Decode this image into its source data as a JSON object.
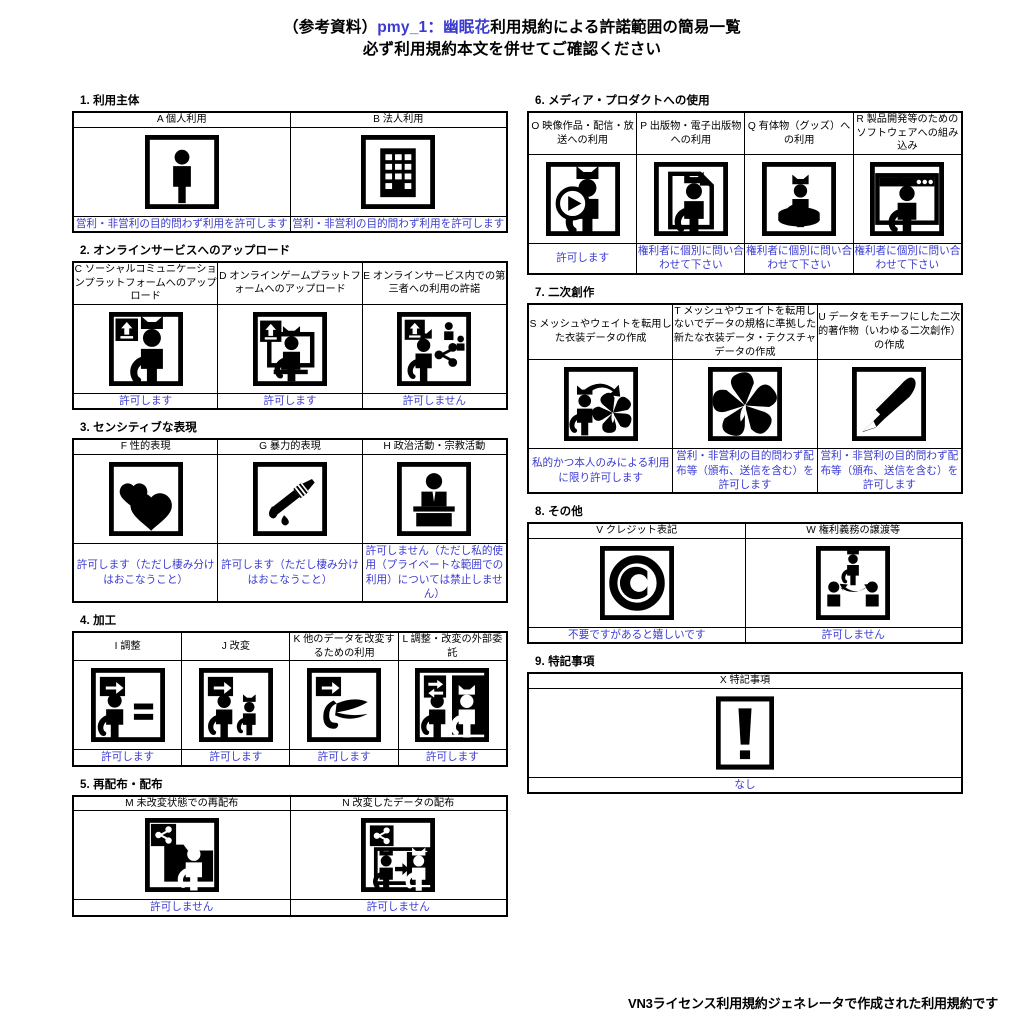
{
  "title": {
    "line1_pre": "（参考資料）",
    "line1_blue": "pmy_1：幽眠花",
    "line1_post": "利用規約による許諾範囲の簡易一覧",
    "line2": "必ず利用規約本文を併せてご確認ください"
  },
  "colors": {
    "answer_blue": "#3a3ad0",
    "text_black": "#000000",
    "background": "#ffffff"
  },
  "sections": [
    {
      "number": "1.",
      "name": "利用主体",
      "cells": [
        {
          "code": "A",
          "label": "個人利用",
          "icon": "person-icon",
          "answer": "営利・非営利の目的問わず利用を許可します"
        },
        {
          "code": "B",
          "label": "法人利用",
          "icon": "building-icon",
          "answer": "営利・非営利の目的問わず利用を許可します"
        }
      ]
    },
    {
      "number": "2.",
      "name": "オンラインサービスへのアップロード",
      "cells": [
        {
          "code": "C",
          "label": "ソーシャルコミュニケーションプラットフォームへのアップロード",
          "icon": "upload-avatar-icon",
          "answer": "許可します"
        },
        {
          "code": "D",
          "label": "オンラインゲームプラットフォームへのアップロード",
          "icon": "upload-monitor-icon",
          "answer": "許可します"
        },
        {
          "code": "E",
          "label": "オンラインサービス内での第三者への利用の許諾",
          "icon": "upload-share-people-icon",
          "answer": "許可しません"
        }
      ]
    },
    {
      "number": "3.",
      "name": "センシティブな表現",
      "cells": [
        {
          "code": "F",
          "label": "性的表現",
          "icon": "hearts-icon",
          "answer": "許可します（ただし棲み分けはおこなうこと）"
        },
        {
          "code": "G",
          "label": "暴力的表現",
          "icon": "knife-blood-icon",
          "answer": "許可します（ただし棲み分けはおこなうこと）"
        },
        {
          "code": "H",
          "label": "政治活動・宗教活動",
          "icon": "podium-speaker-icon",
          "answer": "許可しません（ただし私的使用（プライベートな範囲での利用）については禁止しません）"
        }
      ]
    },
    {
      "number": "4.",
      "name": "加工",
      "cells": [
        {
          "code": "I",
          "label": "調整",
          "icon": "adjust-equal-icon",
          "answer": "許可します"
        },
        {
          "code": "J",
          "label": "改変",
          "icon": "modify-two-cats-icon",
          "answer": "許可します"
        },
        {
          "code": "K",
          "label": "他のデータを改変するための利用",
          "icon": "modify-other-data-icon",
          "answer": "許可します"
        },
        {
          "code": "L",
          "label": "調整・改変の外部委託",
          "icon": "outsource-icon",
          "answer": "許可します"
        }
      ]
    },
    {
      "number": "5.",
      "name": "再配布・配布",
      "cells": [
        {
          "code": "M",
          "label": "未改変状態での再配布",
          "icon": "share-folder-icon",
          "answer": "許可しません"
        },
        {
          "code": "N",
          "label": "改変したデータの配布",
          "icon": "share-modified-icon",
          "answer": "許可しません"
        }
      ]
    },
    {
      "number": "6.",
      "name": "メディア・プロダクトへの使用",
      "cells": [
        {
          "code": "O",
          "label": "映像作品・配信・放送への利用",
          "icon": "video-play-icon",
          "answer": "許可します"
        },
        {
          "code": "P",
          "label": "出版物・電子出版物への利用",
          "icon": "publication-icon",
          "answer": "権利者に個別に問い合わせて下さい"
        },
        {
          "code": "Q",
          "label": "有体物（グッズ）への利用",
          "icon": "figurine-icon",
          "answer": "権利者に個別に問い合わせて下さい"
        },
        {
          "code": "R",
          "label": "製品開発等のためのソフトウェアへの組み込み",
          "icon": "software-window-icon",
          "answer": "権利者に個別に問い合わせて下さい"
        }
      ]
    },
    {
      "number": "7.",
      "name": "二次創作",
      "cells": [
        {
          "code": "S",
          "label": "メッシュやウェイトを転用した衣装データの作成",
          "icon": "cat-to-costume-icon",
          "answer": "私的かつ本人のみによる利用に限り許可します"
        },
        {
          "code": "T",
          "label": "メッシュやウェイトを転用しないでデータの規格に準拠した新たな衣装データ・テクスチャデータの作成",
          "icon": "costume-icon",
          "answer": "営利・非営利の目的問わず配布等（頒布、送信を含む）を許可します"
        },
        {
          "code": "U",
          "label": "データをモチーフにした二次的著作物（いわゆる二次創作）の作成",
          "icon": "paintbrush-icon",
          "answer": "営利・非営利の目的問わず配布等（頒布、送信を含む）を許可します"
        }
      ]
    },
    {
      "number": "8.",
      "name": "その他",
      "cells": [
        {
          "code": "V",
          "label": "クレジット表記",
          "icon": "copyright-icon",
          "answer": "不要ですがあると嬉しいです"
        },
        {
          "code": "W",
          "label": "権利義務の譲渡等",
          "icon": "transfer-rights-icon",
          "answer": "許可しません"
        }
      ]
    },
    {
      "number": "9.",
      "name": "特記事項",
      "cells": [
        {
          "code": "X",
          "label": "特記事項",
          "icon": "exclamation-icon",
          "answer": "なし"
        }
      ]
    }
  ],
  "footer": {
    "text": "VN3ライセンス利用規約ジェネレータで作成された利用規約です"
  }
}
